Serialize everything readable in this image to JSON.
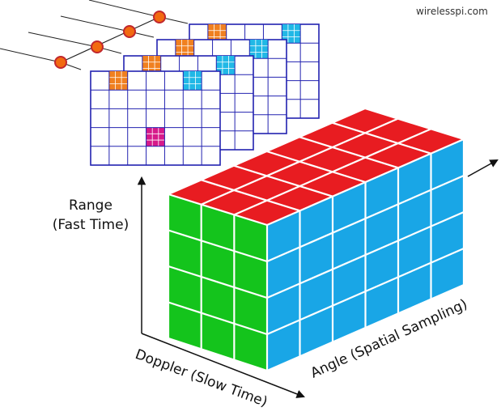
{
  "watermark": "wirelesspi.com",
  "axes": {
    "range_line1": "Range",
    "range_line2": "(Fast Time)",
    "doppler": "Doppler (Slow Time)",
    "angle": "Angle (Spatial Sampling)"
  },
  "colors": {
    "top_face": "#e81c21",
    "front_face": "#14c41c",
    "side_face": "#19a6e6",
    "grid_line": "#2222b0",
    "frame_orange": "#f08020",
    "frame_cyan": "#21b8e6",
    "frame_magenta": "#d61a8a",
    "antenna_dot": "#f26a10"
  }
}
